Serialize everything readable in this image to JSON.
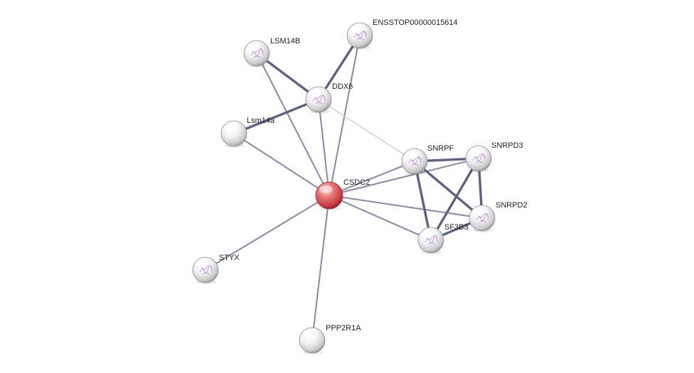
{
  "network": {
    "center": "CSDC2",
    "nodes": [
      {
        "id": "CSDC2",
        "label": "CSDC2",
        "color": "#d9534f",
        "query": true,
        "structure": false
      },
      {
        "id": "DDX6",
        "label": "DDX6",
        "color": "#f0f0f0",
        "query": false,
        "structure": true
      },
      {
        "id": "LSM14B",
        "label": "LSM14B",
        "color": "#f0f0f0",
        "query": false,
        "structure": true
      },
      {
        "id": "ENSSTOP00000015614",
        "label": "ENSSTOP00000015614",
        "color": "#f0f0f0",
        "query": false,
        "structure": true
      },
      {
        "id": "Lsm14a",
        "label": "Lsm14a",
        "color": "#f0f0f0",
        "query": false,
        "structure": false
      },
      {
        "id": "SNRPF",
        "label": "SNRPF",
        "color": "#f0f0f0",
        "query": false,
        "structure": true
      },
      {
        "id": "SNRPD3",
        "label": "SNRPD3",
        "color": "#f0f0f0",
        "query": false,
        "structure": true
      },
      {
        "id": "SNRPD2",
        "label": "SNRPD2",
        "color": "#f0f0f0",
        "query": false,
        "structure": true
      },
      {
        "id": "SF3B3",
        "label": "SF3B3",
        "color": "#f0f0f0",
        "query": false,
        "structure": true
      },
      {
        "id": "STYX",
        "label": "STYX",
        "color": "#f0f0f0",
        "query": false,
        "structure": true
      },
      {
        "id": "PPP2R1A",
        "label": "PPP2R1A",
        "color": "#f0f0f0",
        "query": false,
        "structure": false
      }
    ],
    "edges": [
      {
        "source": "CSDC2",
        "target": "DDX6",
        "weight": "medium"
      },
      {
        "source": "CSDC2",
        "target": "LSM14B",
        "weight": "medium"
      },
      {
        "source": "CSDC2",
        "target": "ENSSTOP00000015614",
        "weight": "medium"
      },
      {
        "source": "CSDC2",
        "target": "Lsm14a",
        "weight": "medium"
      },
      {
        "source": "CSDC2",
        "target": "SNRPF",
        "weight": "medium"
      },
      {
        "source": "CSDC2",
        "target": "SNRPD3",
        "weight": "medium"
      },
      {
        "source": "CSDC2",
        "target": "SNRPD2",
        "weight": "medium"
      },
      {
        "source": "CSDC2",
        "target": "SF3B3",
        "weight": "medium"
      },
      {
        "source": "CSDC2",
        "target": "STYX",
        "weight": "medium"
      },
      {
        "source": "CSDC2",
        "target": "PPP2R1A",
        "weight": "medium"
      },
      {
        "source": "DDX6",
        "target": "LSM14B",
        "weight": "strong"
      },
      {
        "source": "DDX6",
        "target": "ENSSTOP00000015614",
        "weight": "strong"
      },
      {
        "source": "DDX6",
        "target": "Lsm14a",
        "weight": "strong"
      },
      {
        "source": "DDX6",
        "target": "SNRPF",
        "weight": "weak"
      },
      {
        "source": "SNRPF",
        "target": "SNRPD3",
        "weight": "strong"
      },
      {
        "source": "SNRPF",
        "target": "SNRPD2",
        "weight": "strong"
      },
      {
        "source": "SNRPF",
        "target": "SF3B3",
        "weight": "strong"
      },
      {
        "source": "SNRPD3",
        "target": "SNRPD2",
        "weight": "strong"
      },
      {
        "source": "SNRPD3",
        "target": "SF3B3",
        "weight": "strong"
      },
      {
        "source": "SNRPD2",
        "target": "SF3B3",
        "weight": "strong"
      }
    ],
    "colors": {
      "edge": "#8a8ea8",
      "edge_strong": "#5d6280",
      "edge_weak": "#c4c6cf",
      "query_node": "#d9534f",
      "node": "#f0f0f0",
      "structure_motif": "#b07fd6"
    }
  }
}
